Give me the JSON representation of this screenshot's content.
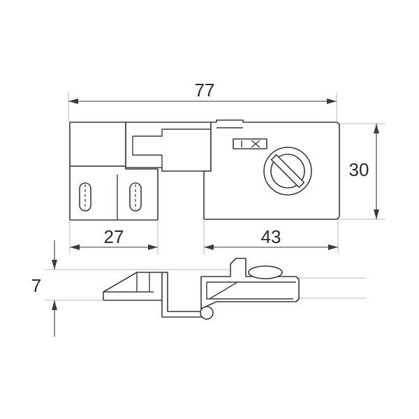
{
  "dimensions": {
    "overall_width": "77",
    "height": "30",
    "left_section": "27",
    "right_section": "43",
    "thickness": "7"
  },
  "colors": {
    "line": "#3a3a3a",
    "extension": "#b8b8b8",
    "background": "#ffffff"
  }
}
